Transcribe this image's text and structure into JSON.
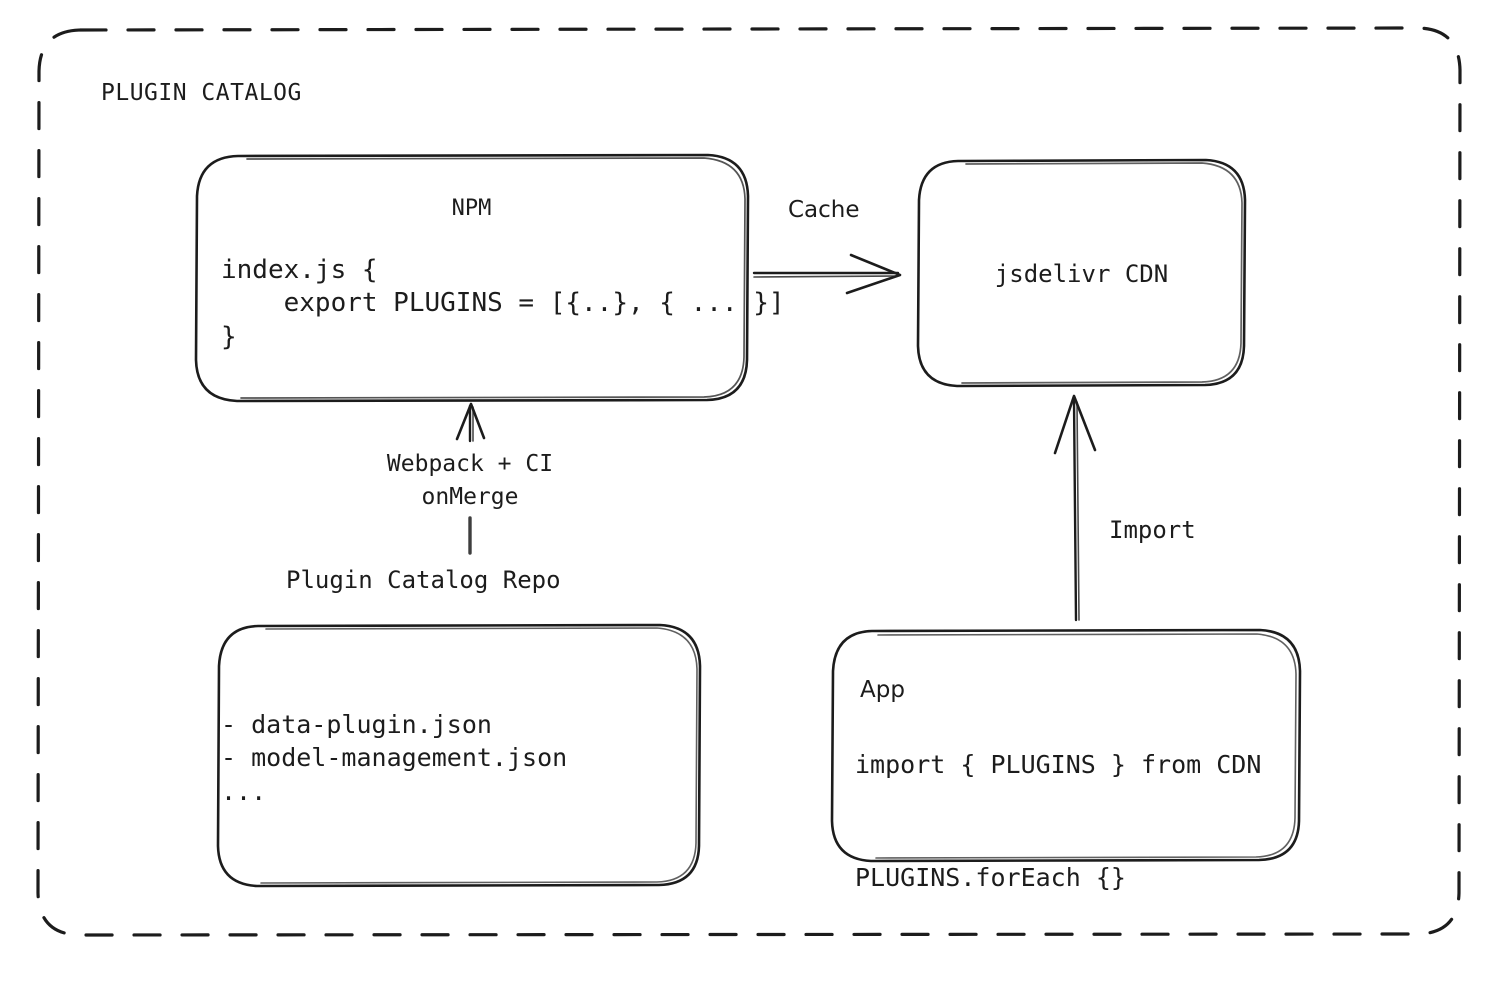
{
  "diagram": {
    "container_label": "PLUGIN CATALOG",
    "stroke_color": "#1c1c1c",
    "background_color": "#ffffff",
    "nodes": {
      "npm": {
        "title": "NPM",
        "code": "index.js {\n    export PLUGINS = [{..}, { ... }]\n}"
      },
      "cdn": {
        "title": "jsdelivr CDN"
      },
      "repo": {
        "label": "Plugin Catalog Repo",
        "files": "- data-plugin.json\n- model-management.json\n..."
      },
      "app": {
        "title": "App",
        "code": "import { PLUGINS } from CDN\n\nPLUGINS.forEach {}"
      }
    },
    "edges": {
      "cache": {
        "label": "Cache",
        "from": "npm",
        "to": "cdn"
      },
      "build": {
        "label": "Webpack + CI\nonMerge",
        "from": "repo",
        "to": "npm"
      },
      "import": {
        "label": "Import",
        "from": "app",
        "to": "cdn"
      }
    }
  }
}
